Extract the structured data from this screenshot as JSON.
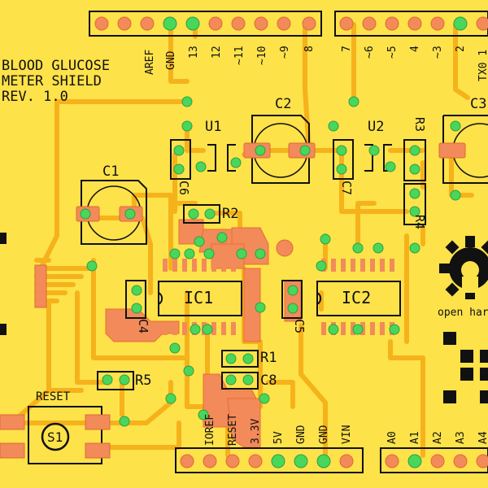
{
  "title": {
    "line1": "BLOOD GLUCOSE",
    "line2": "METER SHIELD",
    "line3": "REV. 1.0"
  },
  "header_top_left": {
    "pins": [
      "AREF",
      "GND",
      "13",
      "12",
      "~11",
      "~10",
      "~9",
      "8"
    ]
  },
  "header_top_right": {
    "pins": [
      "7",
      "~6",
      "~5",
      "4",
      "~3",
      "2",
      "TX0 1"
    ]
  },
  "header_bottom_left": {
    "pins": [
      "IOREF",
      "RESET",
      "3.3V",
      "5V",
      "GND",
      "GND",
      "VIN"
    ]
  },
  "header_bottom_right": {
    "pins": [
      "A0",
      "A1",
      "A2",
      "A3",
      "A4"
    ]
  },
  "components": {
    "c1": "C1",
    "c2": "C2",
    "c3": "C3",
    "u1": "U1",
    "u2": "U2",
    "c6": "C6",
    "c7": "C7",
    "r1": "R1",
    "r2": "R2",
    "r3": "R3",
    "r4": "R4",
    "r5": "R5",
    "ic1": "IC1",
    "ic2": "IC2",
    "c4": "C4",
    "c5": "C5",
    "c8": "C8",
    "reset": "RESET",
    "s1": "S1"
  },
  "logo": {
    "text": "open har"
  },
  "colors": {
    "board": "#fde24a",
    "trace": "#f6b21b",
    "pad_copper": "#f28a5a",
    "pad_green": "#48d75b",
    "silkscreen": "#111111"
  }
}
